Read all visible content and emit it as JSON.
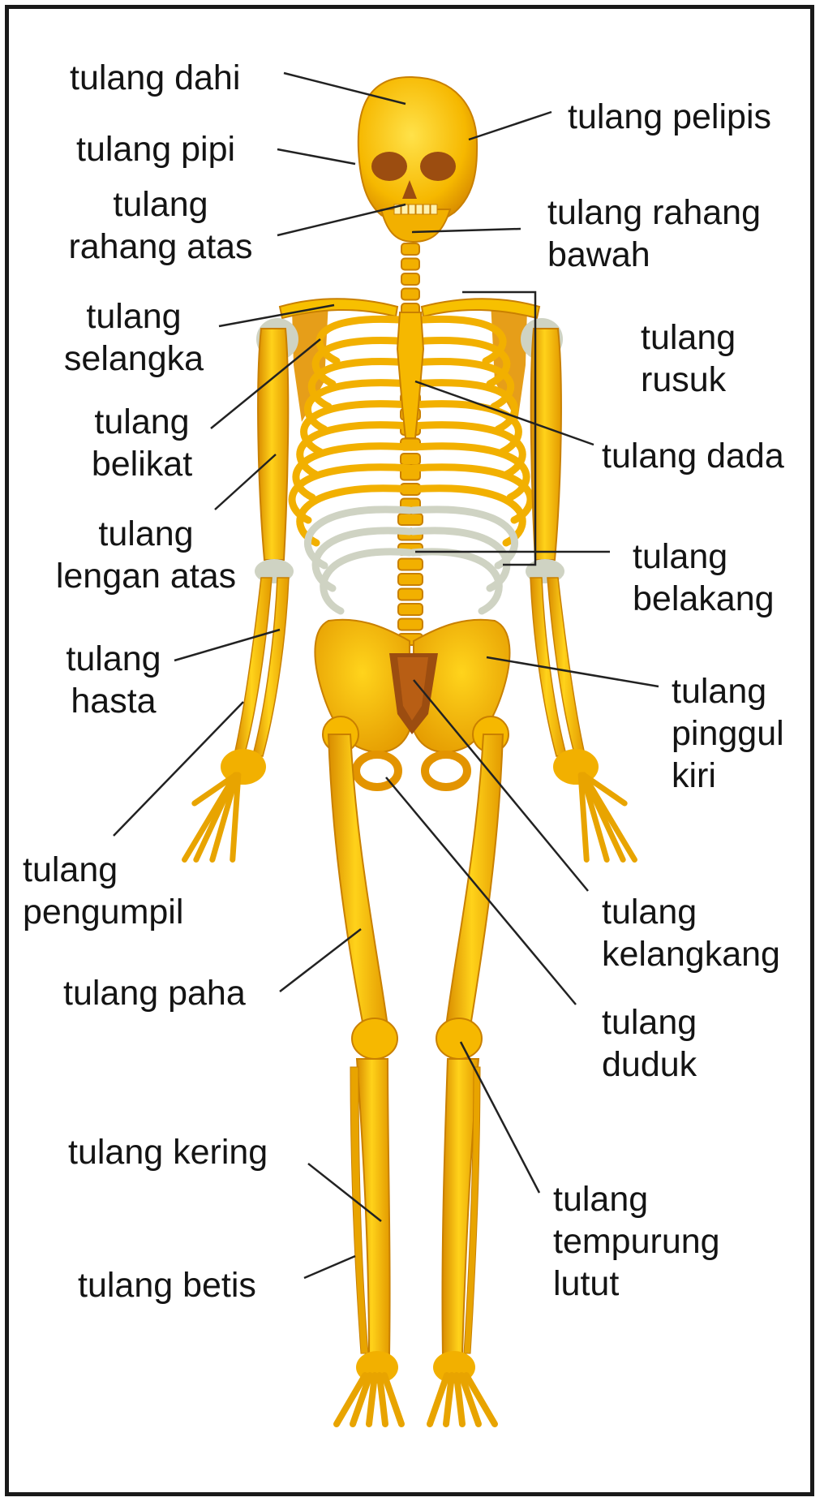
{
  "colors": {
    "bone": "#f6b800",
    "bone_highlight": "#ffdb33",
    "bone_shade": "#d78a00",
    "cavity": "#9c4d10",
    "cartilage": "#cfd3c3",
    "label_text": "#141414",
    "leader_line": "#222222"
  },
  "labels": {
    "dahi": [
      "tulang dahi"
    ],
    "pelipis": [
      "tulang pelipis"
    ],
    "pipi": [
      "tulang pipi"
    ],
    "rahang_atas": [
      "tulang",
      "rahang atas"
    ],
    "rahang_bawah": [
      "tulang rahang",
      "bawah"
    ],
    "selangka": [
      "tulang",
      "selangka"
    ],
    "rusuk": [
      "tulang",
      "rusuk"
    ],
    "belikat": [
      "tulang",
      "belikat"
    ],
    "dada": [
      "tulang dada"
    ],
    "lengan_atas": [
      "tulang",
      "lengan atas"
    ],
    "belakang": [
      "tulang",
      "belakang"
    ],
    "hasta": [
      "tulang",
      "hasta"
    ],
    "pinggul_kiri": [
      "tulang",
      "pinggul",
      "kiri"
    ],
    "pengumpil": [
      "tulang",
      "pengumpil"
    ],
    "kelangkang": [
      "tulang",
      "kelangkang"
    ],
    "paha": [
      "tulang paha"
    ],
    "duduk": [
      "tulang",
      "duduk"
    ],
    "kering": [
      "tulang kering"
    ],
    "tempurung_lutut": [
      "tulang",
      "tempurung",
      "lutut"
    ],
    "betis": [
      "tulang betis"
    ]
  }
}
